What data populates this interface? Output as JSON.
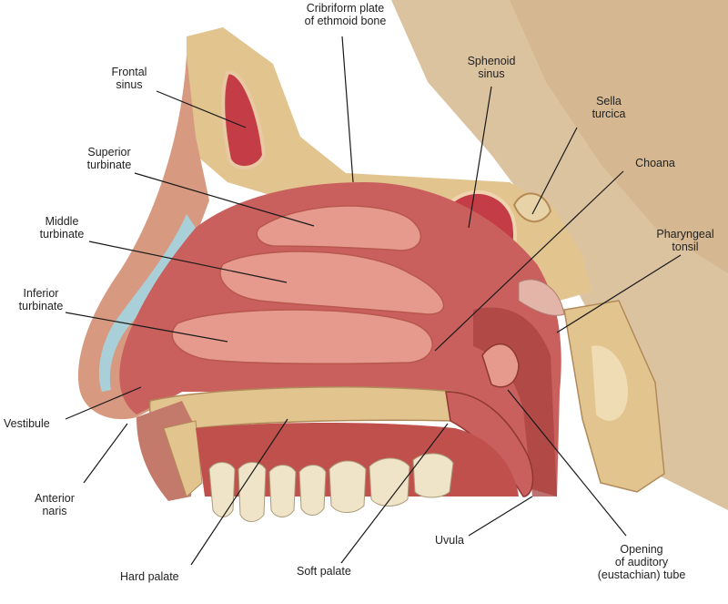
{
  "colors": {
    "bone": "#e2c48f",
    "bone_spots": "#c99a55",
    "mucosa": "#c9605e",
    "mucosa_dark": "#a8433f",
    "turbinate": "#e59a8d",
    "skin": "#d79a80",
    "sinus": "#c43d46",
    "cartilage": "#a9cfd8",
    "teeth": "#efe4c8",
    "background_tissue": "#dcc3a0"
  },
  "labels": {
    "cribriform": "Cribriform plate\nof ethmoid bone",
    "frontal_sinus": "Frontal\nsinus",
    "sphenoid_sinus": "Sphenoid\nsinus",
    "sella_turcica": "Sella\nturcica",
    "superior_turbinate": "Superior\nturbinate",
    "choana": "Choana",
    "middle_turbinate": "Middle\nturbinate",
    "pharyngeal_tonsil": "Pharyngeal\ntonsil",
    "inferior_turbinate": "Inferior\nturbinate",
    "vestibule": "Vestibule",
    "anterior_naris": "Anterior\nnaris",
    "uvula": "Uvula",
    "opening_auditory_tube": "Opening\nof auditory\n(eustachian) tube",
    "soft_palate": "Soft palate",
    "hard_palate": "Hard palate"
  }
}
